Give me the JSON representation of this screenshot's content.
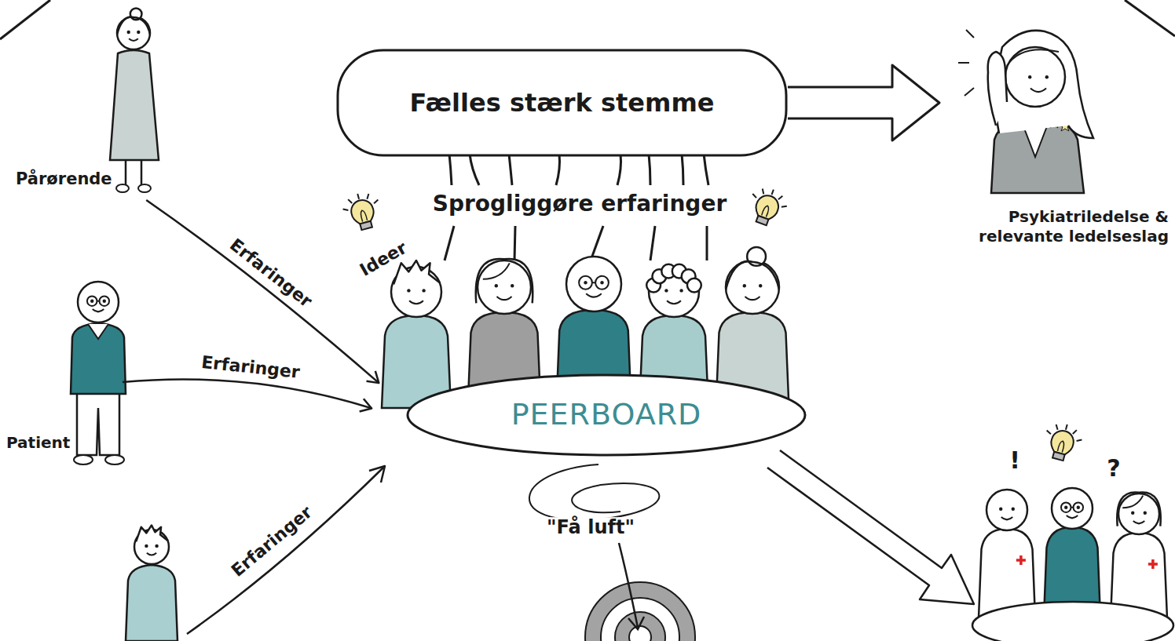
{
  "diagram": {
    "nodes": [
      {
        "text": [
          "Fælles stærk stemme"
        ]
      },
      {
        "text": [
          "Pårørende"
        ]
      },
      {
        "text": [
          "Psykiatriledelse & relevante ledelseslag"
        ]
      },
      {
        "text": [
          "Patient"
        ]
      },
      {
        "text": [
          "PEERBOARD"
        ]
      }
    ],
    "edges": [
      {
        "from": 1,
        "to": 4,
        "arrow": "to",
        "label": "Erfaringer"
      },
      {
        "from": 3,
        "to": 4,
        "arrow": "to",
        "label": "Erfaringer"
      },
      {
        "from": 0,
        "to": 2,
        "arrow": "to"
      }
    ],
    "labels": [
      "Sprogliggøre erfaringer",
      "Ideer",
      "!",
      "?",
      "\"Få luft\"",
      "Erfaringer"
    ]
  }
}
